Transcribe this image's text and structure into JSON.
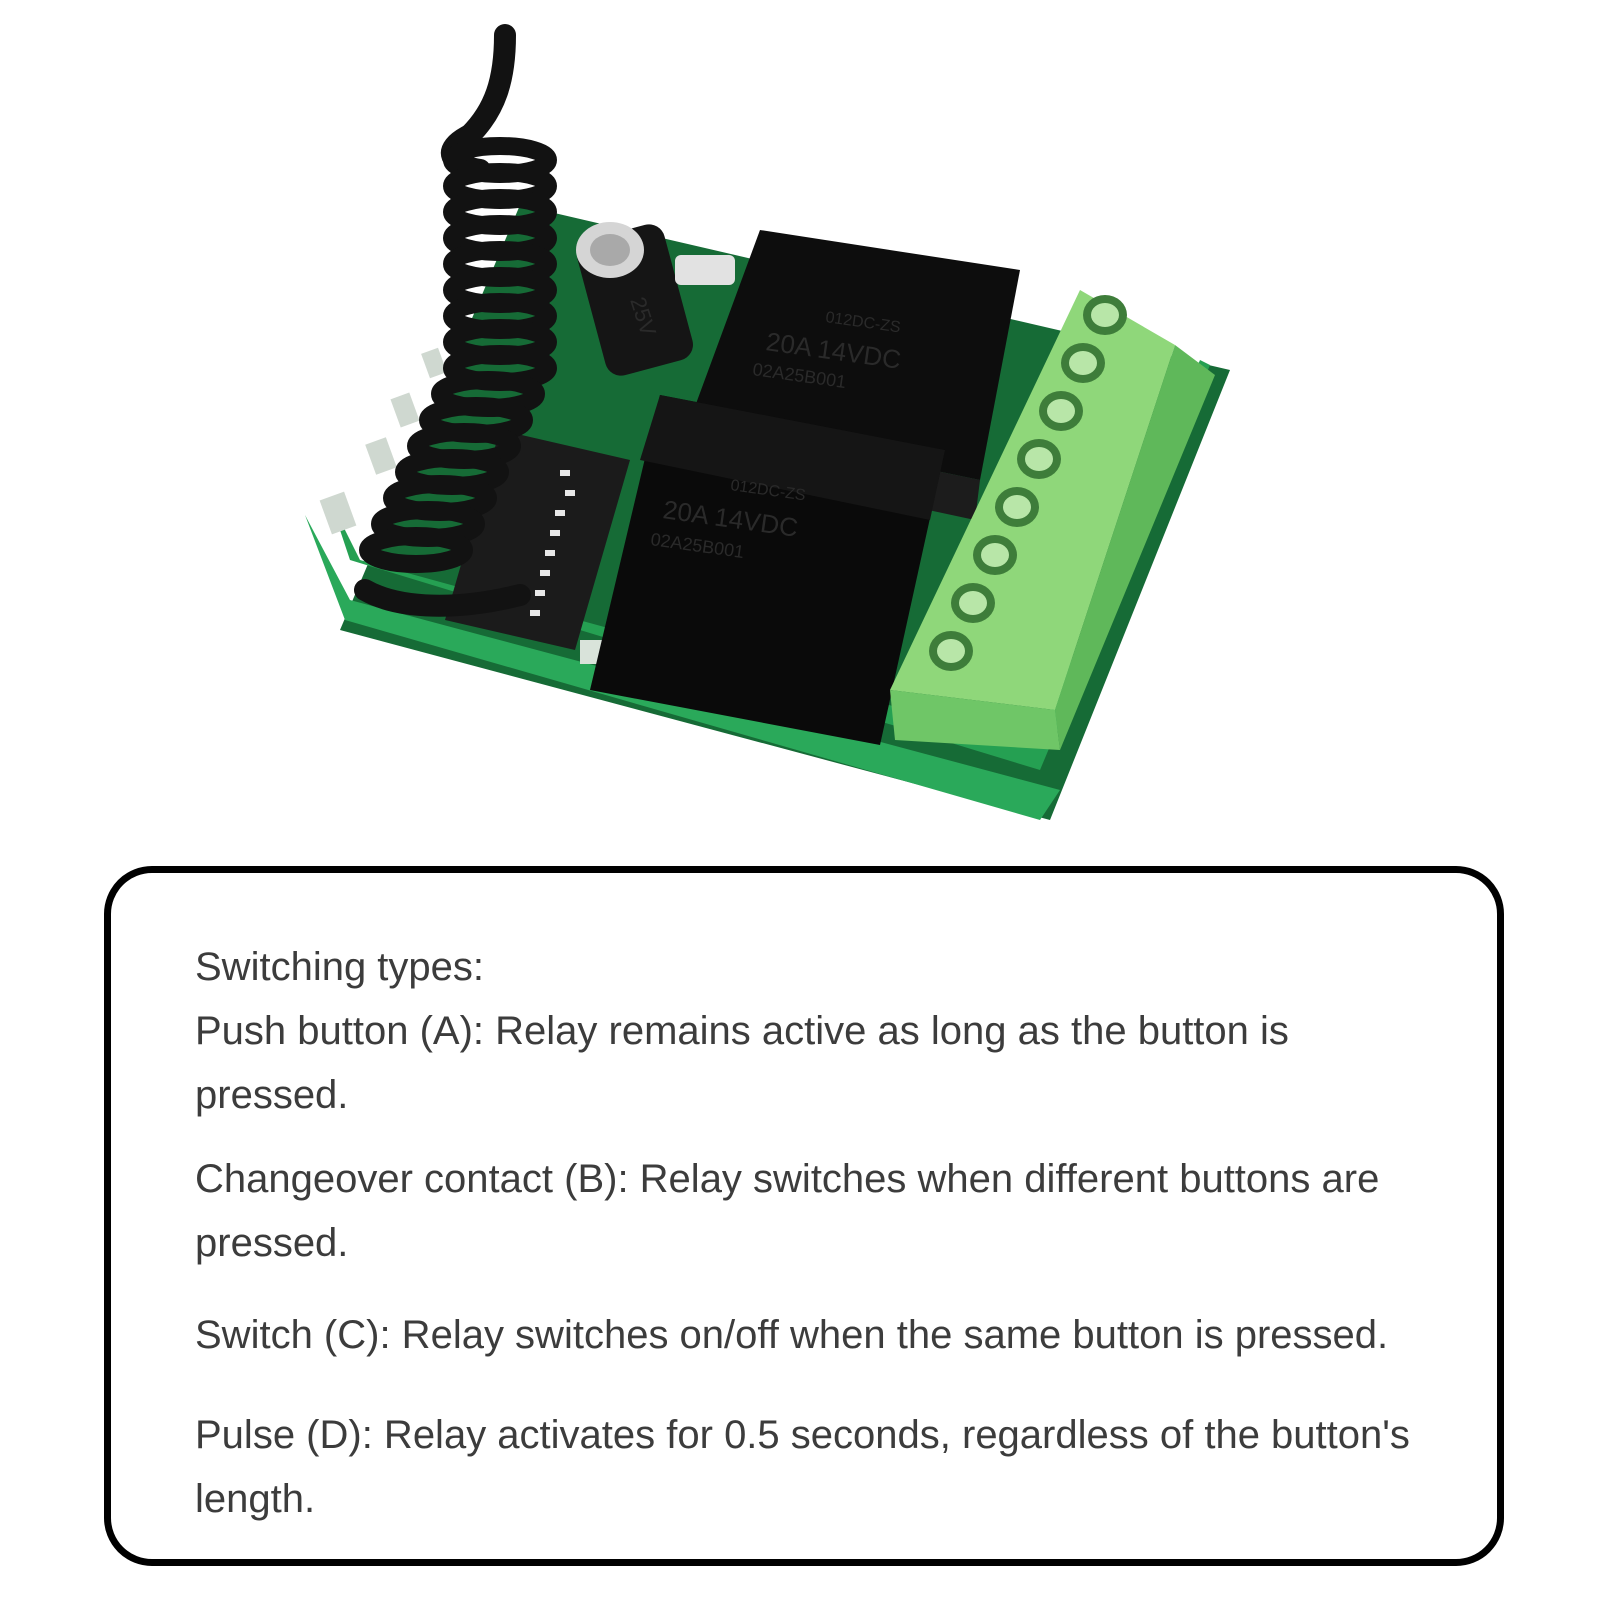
{
  "product": {
    "relay_top": {
      "model": "012DC-ZS",
      "rating": "20A 14VDC",
      "batch": "02A25B001"
    },
    "relay_bottom": {
      "model": "012DC-ZS",
      "rating": "20A 14VDC",
      "batch": "02A25B001"
    },
    "capacitor": {
      "voltage": "25V"
    },
    "terminal_count": 8,
    "colors": {
      "pcb": "#1f8a45",
      "terminal": "#7ccf6a",
      "relay": "#111111",
      "antenna": "#141414"
    }
  },
  "info": {
    "heading": "Switching types:",
    "items": [
      {
        "text": "Push button (A): Relay remains active as long as the button is pressed."
      },
      {
        "text": "Changeover contact (B): Relay switches when different buttons are pressed."
      },
      {
        "text": "Switch (C): Relay switches on/off when the same button is pressed."
      },
      {
        "text": "Pulse (D): Relay activates for 0.5 seconds, regardless of the button's length."
      }
    ]
  }
}
